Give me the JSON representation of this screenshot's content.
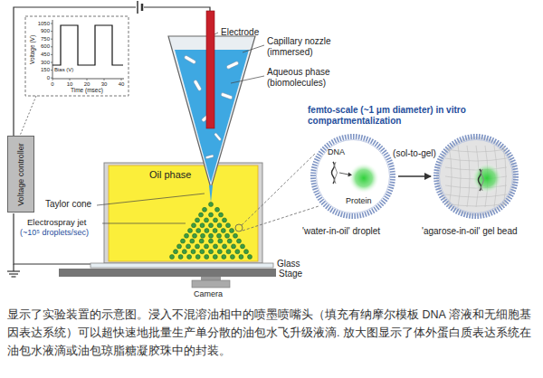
{
  "diagram": {
    "caption": "显示了实验装置的示意图。浸入不混溶油相中的喷墨喷嘴头（填充有纳摩尔模板 DNA 溶液和无细胞基因表达系统）可以超快速地批量生产单分散的油包水飞升级液滴. 放大图显示了体外蛋白质表达系统在油包水液滴或油包琼脂糖凝胶珠中的封装。",
    "nodes": [
      {
        "text": [
          "Voltage controller"
        ]
      },
      {
        "text": [
          "Oil phase"
        ]
      },
      {
        "text": [
          "DNA",
          "Protein",
          "'water-in-oil' droplet"
        ]
      },
      {
        "text": [
          "'agarose-in-oil' gel bead"
        ]
      }
    ],
    "edges": [
      {
        "from": 2,
        "to": 3,
        "label": "(sol-to-gel)",
        "arrow": "to"
      }
    ],
    "labels": [
      "Electrode",
      "Capillary nozzle (immersed)",
      "Aqueous phase (biomolecules)",
      "femto-scale (~1 μm diameter) in vitro compartmentalization",
      "Taylor cone",
      "Electrospray jet",
      "(~10⁵ droplets/sec)",
      "Glass",
      "Stage",
      "Camera",
      "Voltage (V)",
      "1050",
      "900",
      "750",
      "600",
      "450",
      "300",
      "150",
      "0",
      "Bias (V)",
      "Time (msec)",
      "0",
      "10",
      "20",
      "30",
      "40"
    ]
  }
}
